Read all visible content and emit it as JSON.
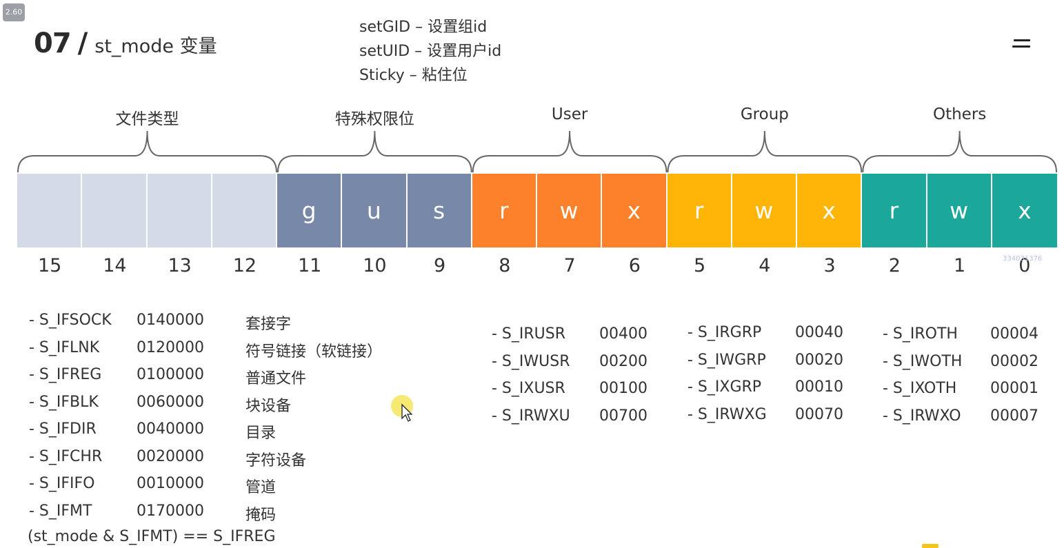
{
  "badge": "2.60",
  "title": {
    "number": "07",
    "slash": "/",
    "name": "st_mode 变量"
  },
  "notes": [
    "setGID – 设置组id",
    "setUID – 设置用户id",
    "Sticky – 粘住位"
  ],
  "groups": [
    {
      "label": "文件类型"
    },
    {
      "label": "特殊权限位"
    },
    {
      "label": "User"
    },
    {
      "label": "Group"
    },
    {
      "label": "Others"
    }
  ],
  "colors": {
    "file_type": "#d5dbe6",
    "special": "#7888a9",
    "user": "#fd802a",
    "group": "#ffb507",
    "others": "#1ba89a"
  },
  "cells": [
    {
      "bit": "15",
      "letter": "",
      "group": "file_type"
    },
    {
      "bit": "14",
      "letter": "",
      "group": "file_type"
    },
    {
      "bit": "13",
      "letter": "",
      "group": "file_type"
    },
    {
      "bit": "12",
      "letter": "",
      "group": "file_type"
    },
    {
      "bit": "11",
      "letter": "g",
      "group": "special"
    },
    {
      "bit": "10",
      "letter": "u",
      "group": "special"
    },
    {
      "bit": "9",
      "letter": "s",
      "group": "special"
    },
    {
      "bit": "8",
      "letter": "r",
      "group": "user"
    },
    {
      "bit": "7",
      "letter": "w",
      "group": "user"
    },
    {
      "bit": "6",
      "letter": "x",
      "group": "user"
    },
    {
      "bit": "5",
      "letter": "r",
      "group": "group"
    },
    {
      "bit": "4",
      "letter": "w",
      "group": "group"
    },
    {
      "bit": "3",
      "letter": "x",
      "group": "group"
    },
    {
      "bit": "2",
      "letter": "r",
      "group": "others"
    },
    {
      "bit": "1",
      "letter": "w",
      "group": "others"
    },
    {
      "bit": "0",
      "letter": "x",
      "group": "others"
    }
  ],
  "file_types": [
    {
      "name": "- S_IFSOCK",
      "value": "0140000",
      "desc": "套接字"
    },
    {
      "name": "- S_IFLNK",
      "value": "0120000",
      "desc": "符号链接（软链接）"
    },
    {
      "name": "- S_IFREG",
      "value": "0100000",
      "desc": "普通文件"
    },
    {
      "name": "- S_IFBLK",
      "value": "0060000",
      "desc": "块设备"
    },
    {
      "name": "- S_IFDIR",
      "value": "0040000",
      "desc": "目录"
    },
    {
      "name": "- S_IFCHR",
      "value": "0020000",
      "desc": "字符设备"
    },
    {
      "name": "- S_IFIFO",
      "value": "0010000",
      "desc": "管道"
    },
    {
      "name": "- S_IFMT",
      "value": "0170000",
      "desc": "掩码"
    }
  ],
  "formula": "(st_mode & S_IFMT) ==  S_IFREG",
  "user_perms": [
    {
      "name": "- S_IRUSR",
      "value": "00400"
    },
    {
      "name": "- S_IWUSR",
      "value": "00200"
    },
    {
      "name": "- S_IXUSR",
      "value": "00100"
    },
    {
      "name": "- S_IRWXU",
      "value": "00700"
    }
  ],
  "group_perms": [
    {
      "name": "- S_IRGRP",
      "value": "00040"
    },
    {
      "name": "- S_IWGRP",
      "value": "00020"
    },
    {
      "name": "- S_IXGRP",
      "value": "00010"
    },
    {
      "name": "- S_IRWXG",
      "value": "00070"
    }
  ],
  "other_perms": [
    {
      "name": "- S_IROTH",
      "value": "00004"
    },
    {
      "name": "- S_IWOTH",
      "value": "00002"
    },
    {
      "name": "- S_IXOTH",
      "value": "00001"
    },
    {
      "name": "- S_IRWXO",
      "value": "00007"
    }
  ],
  "watermark": "334031376",
  "icons": {
    "menu": "menu-icon",
    "cursor": "mouse-cursor-icon"
  }
}
